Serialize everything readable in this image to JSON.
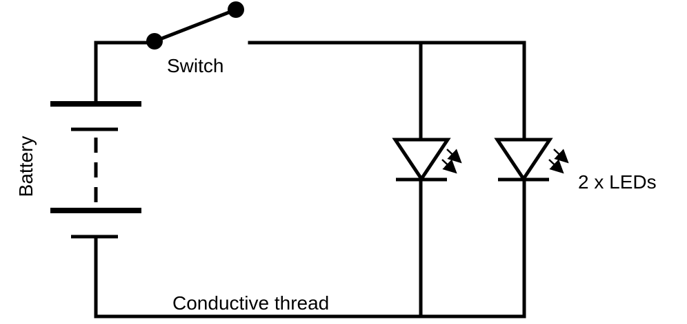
{
  "diagram": {
    "labels": {
      "switch": "Switch",
      "battery": "Battery",
      "wire": "Conductive thread",
      "leds": "2 x LEDs"
    },
    "colors": {
      "line": "#000000",
      "background": "#ffffff"
    }
  }
}
